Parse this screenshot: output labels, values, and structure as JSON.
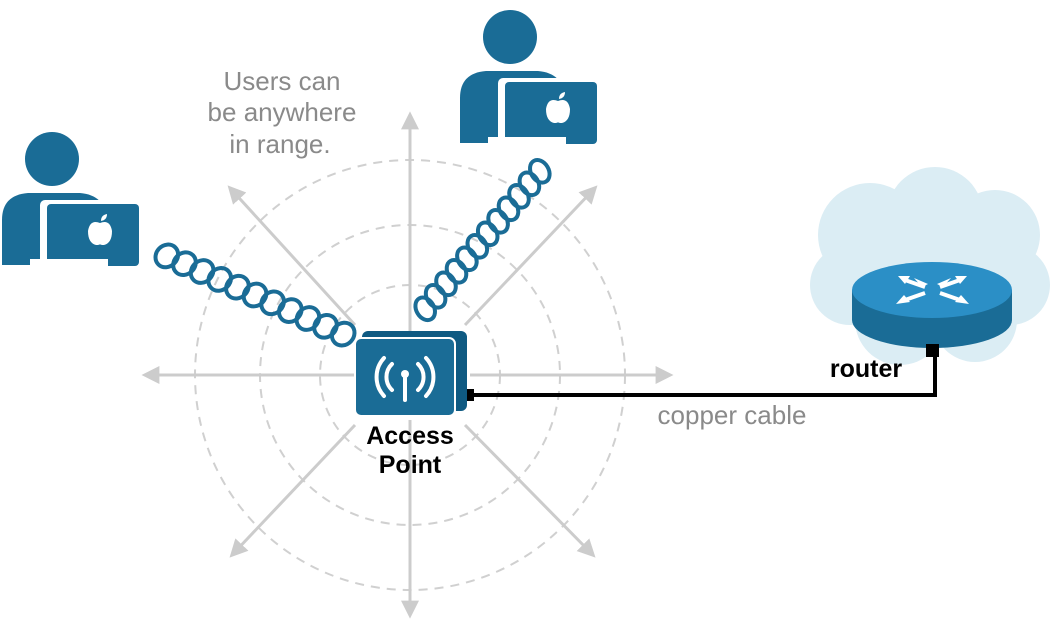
{
  "labels": {
    "users_note_line1": "Users can",
    "users_note_line2": "be anywhere",
    "users_note_line3": "in range.",
    "access_point_line1": "Access",
    "access_point_line2": "Point",
    "router": "router",
    "cable": "copper cable"
  },
  "colors": {
    "device_blue": "#1a6c96",
    "router_blue": "#1f83bb",
    "cloud": "#dbedf4",
    "range_gray": "#cccccc",
    "label_gray": "#8a8a8a",
    "cable": "#000000"
  },
  "icons": {
    "user_left": "user-with-laptop-icon",
    "user_top": "user-with-laptop-icon",
    "access_point": "wireless-access-point-icon",
    "router": "router-icon",
    "cloud": "cloud-icon"
  }
}
